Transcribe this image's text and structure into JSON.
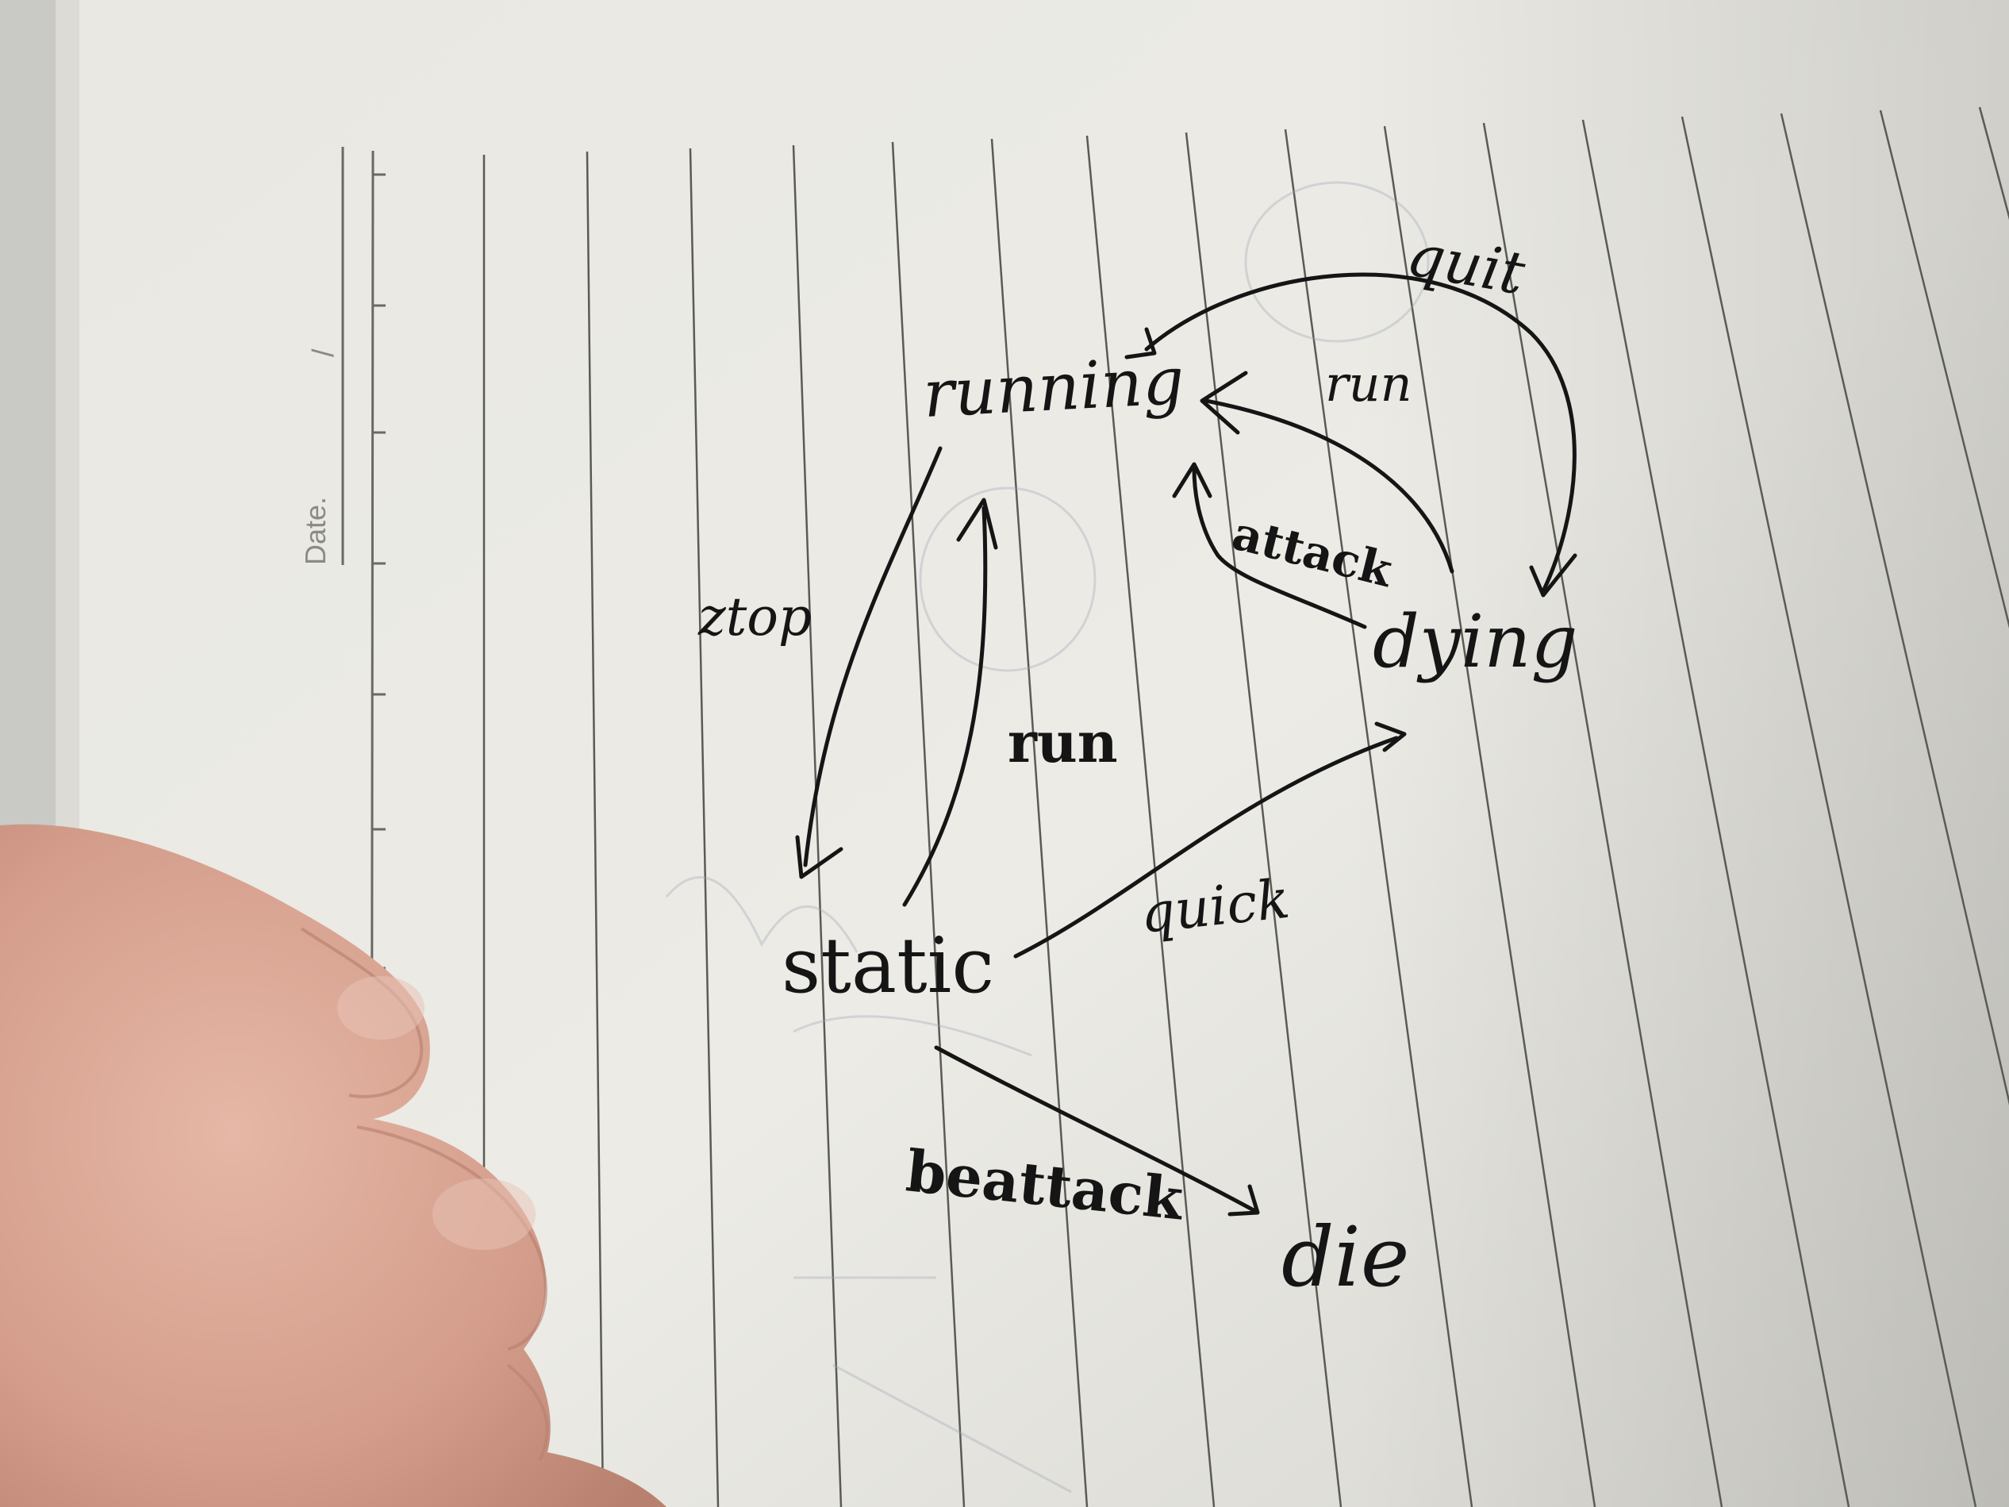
{
  "page_header": {
    "date_label": "Date.",
    "date_separator": "/"
  },
  "states": {
    "running": "running",
    "static": "static",
    "dying": "dying",
    "die": "die"
  },
  "transitions": {
    "stop": "ztop",
    "run_static_to_running": "run",
    "quick": "quick",
    "quit": "quit",
    "run_dying_to_running": "run",
    "attack": "attack",
    "beattack": "beattack"
  },
  "colors": {
    "ink": "#151515",
    "paper": "#ecebe5",
    "rule_line": "#55554f",
    "skin": "#d9a493"
  }
}
